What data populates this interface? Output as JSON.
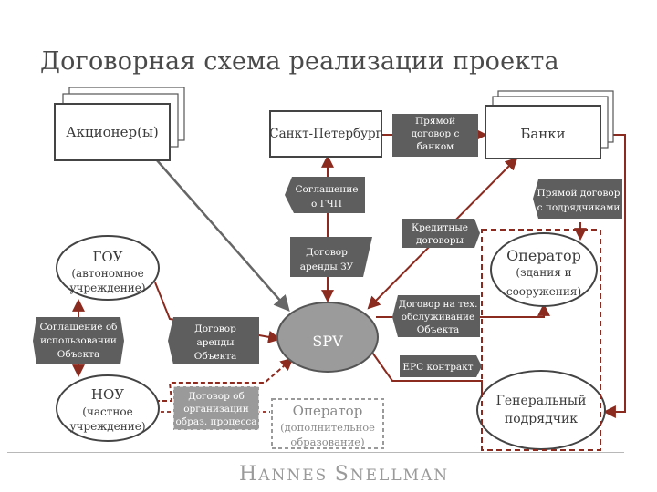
{
  "title": "Договорная схема реализации проекта",
  "nodes": {
    "shareholders": "Акционер(ы)",
    "spb": "Санкт-Петербург",
    "banks": "Банки",
    "gou": {
      "name": "ГОУ",
      "sub1": "(автономное",
      "sub2": "учреждение)"
    },
    "operator": {
      "name": "Оператор",
      "sub1": "(здания и",
      "sub2": "сооружения)"
    },
    "spv": "SPV",
    "nou": {
      "name": "НОУ",
      "sub1": "(частное",
      "sub2": "учреждение)"
    },
    "general_contractor": {
      "line1": "Генеральный",
      "line2": "подрядчик"
    },
    "operator_edu": {
      "name": "Оператор",
      "sub1": "(дополнительное",
      "sub2": "образование)"
    }
  },
  "contracts": {
    "direct_bank": [
      "Прямой",
      "договор с",
      "банком"
    ],
    "ppp": [
      "Соглашение",
      "о ГЧП"
    ],
    "direct_contractors": [
      "Прямой договор",
      "с подрядчиками"
    ],
    "credit": [
      "Кредитные",
      "договоры"
    ],
    "land_lease": [
      "Договор",
      "аренды ЗУ"
    ],
    "maintenance": [
      "Договор на тех.",
      "обслуживание",
      "Объекта"
    ],
    "usage": [
      "Соглашение об",
      "использовании",
      "Объекта"
    ],
    "object_lease": [
      "Договор",
      "аренды",
      "Объекта"
    ],
    "epc": [
      "EPC контракт"
    ],
    "edu_process": [
      "Договор об",
      "организации",
      "образ. процесса"
    ]
  },
  "footer": {
    "logo_h": "H",
    "logo_annes": "ANNES",
    "logo_s": "S",
    "logo_nellman": "NELLMAN"
  },
  "colors": {
    "arrow": "#8b2a1e",
    "dark_box": "#5e5e5e",
    "gray_line": "#6a6a6a",
    "dashed": "#8b2a1e"
  }
}
